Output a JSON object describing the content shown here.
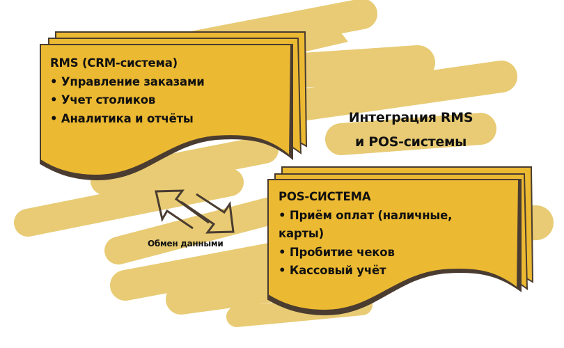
{
  "diagram": {
    "title_lines": [
      "Интеграция RMS",
      "и POS-системы"
    ],
    "exchange_label": "Обмен данными",
    "colors": {
      "background": "#ffffff",
      "brush": "#e8cb74",
      "card_fill": "#ecb932",
      "card_outline": "#4a3c30",
      "text": "#111111"
    },
    "rms_card": {
      "title": "RMS (CRM-система)",
      "items": [
        "• Управление заказами",
        "• Учет столиков",
        "• Аналитика и отчёты"
      ]
    },
    "pos_card": {
      "title": "POS-СИСТЕМА",
      "items": [
        "• Приём оплат (наличные,",
        "карты)",
        "• Пробитие чеков",
        "• Кассовый учёт"
      ]
    },
    "icons": {
      "arrows": "bidirectional-arrows-icon"
    }
  }
}
